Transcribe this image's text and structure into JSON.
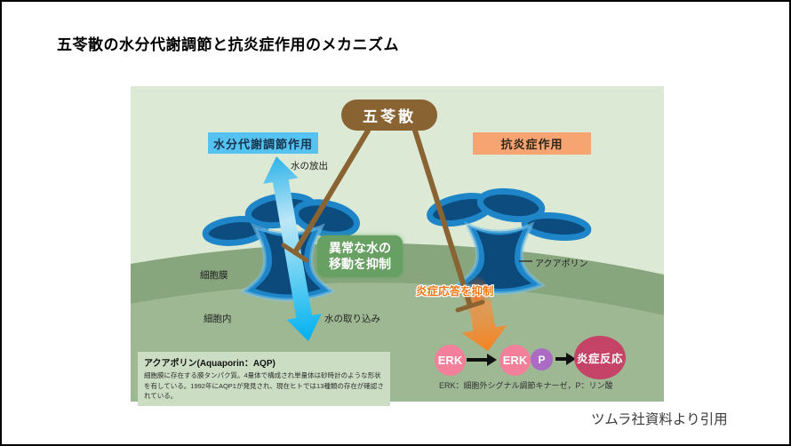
{
  "page": {
    "title": "五苓散の水分代謝調節と抗炎症作用のメカニズム",
    "citation": "ツムラ社資料より引用"
  },
  "diagram": {
    "drug_label": "五苓散",
    "headings": {
      "water": "水分代謝調節作用",
      "inflammation": "抗炎症作用"
    },
    "water_flow": {
      "release": "水の放出",
      "uptake": "水の取り込み"
    },
    "cell": {
      "membrane": "細胞膜",
      "interior": "細胞内"
    },
    "abnormal_water": {
      "line1": "異常な水の",
      "line2": "移動を抑制"
    },
    "aquaporin_callout": "アクアポリン",
    "inflammation_suppress": "炎症応答を抑制",
    "erk_pathway": {
      "erk1": "ERK",
      "erk2": "ERK",
      "phosphate": "P",
      "response": "炎症反応",
      "footnote": "ERK：細胞外シグナル調節キナーゼ，P：リン酸"
    },
    "aqp_info": {
      "title": "アクアポリン(Aquaporin：AQP)",
      "body": "細胞膜に存在する膜タンパク質。4量体で構成され単量体は砂時計のような形状を有している。1992年にAQP1が発見され、現在ヒトでは13種類の存在が確認されている。"
    }
  },
  "colors": {
    "drug_brown": "#8A6332",
    "water_blue": "#55C2F0",
    "cyan_arrow": "#00B2F0",
    "inflammation_orange": "#F6A471",
    "arrow_orange": "#F6821F",
    "badge_green": "#67A062",
    "erk_pink": "#F2809B",
    "phosphate_purple": "#AB6BC5",
    "response_crimson": "#C64368",
    "membrane_green": "#88A67D",
    "interior_green": "#9EB893",
    "background_green": "#DCE9D4"
  }
}
